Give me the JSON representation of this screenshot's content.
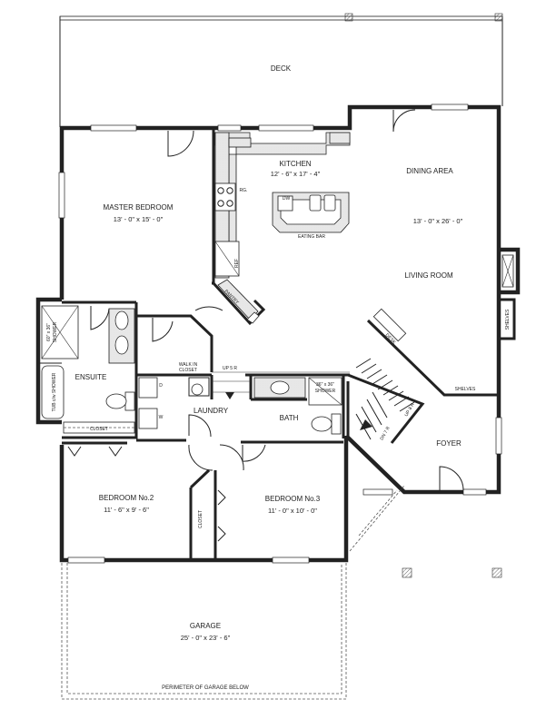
{
  "rooms": {
    "deck": {
      "name": "DECK"
    },
    "kitchen": {
      "name": "KITCHEN",
      "dimensions": "12' - 6\" x 17' - 4\""
    },
    "dining": {
      "name": "DINING AREA",
      "dimensions": "13' - 0\" x 26' - 0\""
    },
    "living": {
      "name": "LIVING ROOM"
    },
    "master": {
      "name": "MASTER BEDROOM",
      "dimensions": "13' - 0\" x 15' - 0\""
    },
    "ensuite": {
      "name": "ENSUITE"
    },
    "laundry": {
      "name": "LAUNDRY"
    },
    "bath": {
      "name": "BATH"
    },
    "foyer": {
      "name": "FOYER"
    },
    "bedroom2": {
      "name": "BEDROOM No.2",
      "dimensions": "11' - 6\" x 9' - 6\""
    },
    "bedroom3": {
      "name": "BEDROOM No.3",
      "dimensions": "11' - 0\" x 10' - 0\""
    },
    "garage": {
      "name": "GARAGE",
      "dimensions": "25' - 0\" x 23' - 6\""
    }
  },
  "labels": {
    "eating_bar": "EATING BAR",
    "dw": "DW",
    "rg": "RG.",
    "ref": "REF",
    "pantry": "PANTRY",
    "walk_in_closet_1": "WALK IN",
    "walk_in_closet_2": "CLOSET",
    "up_5r": "UP 5 R",
    "up_8r": "UP 8 R",
    "dn_7r": "DN 7 R",
    "desk": "DESK",
    "shelves_living": "SHELVES",
    "shelves_foyer": "SHELVES",
    "shower_ensuite_1": "60\" x 36\"",
    "shower_ensuite_2": "SHOWER",
    "tub_shower": "TUB c/w SHOWER",
    "closet_ensuite": "CLOSET",
    "closet_bed3": "CLOSET",
    "shower_bath_1": "36\" x 36\"",
    "shower_bath_2": "SHOWER",
    "laundry_d": "D",
    "laundry_w": "W",
    "perimeter_garage": "PERIMETER OF GARAGE BELOW"
  }
}
